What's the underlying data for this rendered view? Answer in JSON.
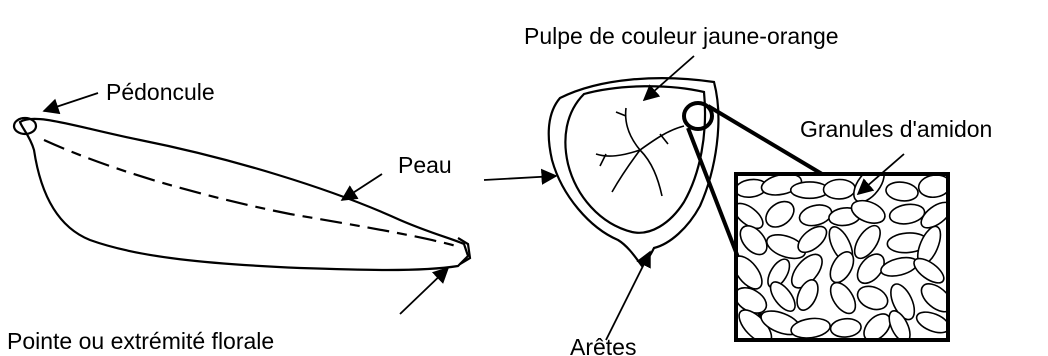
{
  "labels": {
    "pedoncule": "Pédoncule",
    "peau": "Peau",
    "pointe": "Pointe ou extrémité florale",
    "pulpe": "Pulpe de couleur jaune-orange",
    "granules": "Granules d'amidon",
    "aretes": "Arêtes"
  }
}
